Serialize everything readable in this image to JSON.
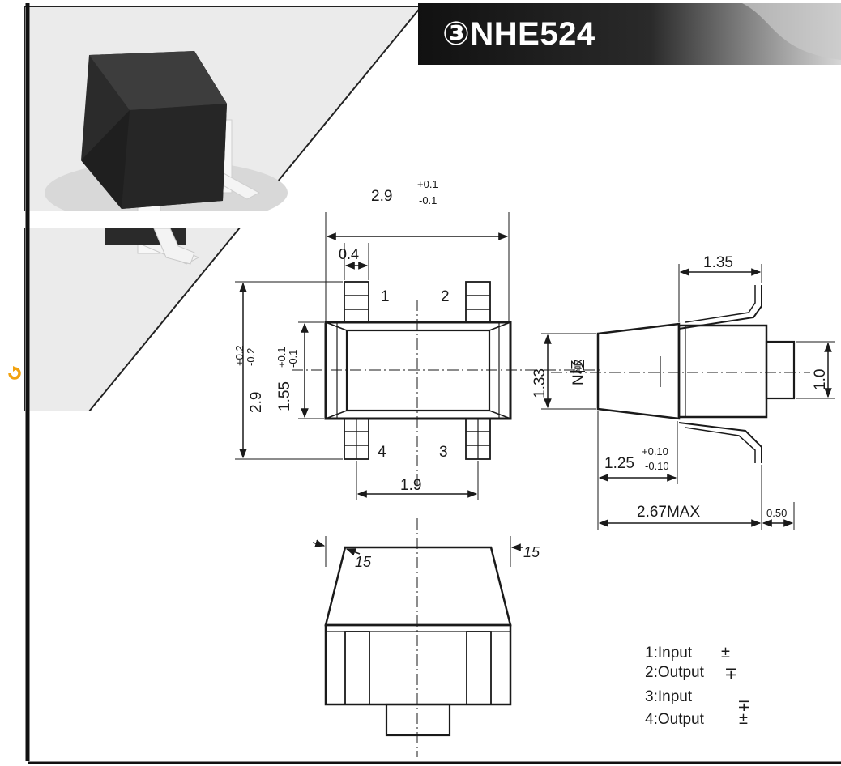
{
  "title": "③NHE524",
  "dimensions": {
    "top_width": "2.9",
    "top_width_tol_plus": "+0.1",
    "top_width_tol_minus": "-0.1",
    "lead_width": "0.4",
    "overall_height": "2.9",
    "overall_height_tol_plus": "+0.2",
    "overall_height_tol_minus": "-0.2",
    "body_height": "1.55",
    "body_height_tol_plus": "+0.1",
    "body_height_tol_minus": "-0.1",
    "lead_pitch": "1.9",
    "side_top": "1.35",
    "side_body": "1.33",
    "side_tab": "1.0",
    "side_base": "1.25",
    "side_base_tol_plus": "+0.10",
    "side_base_tol_minus": "-0.10",
    "side_total": "2.67MAX",
    "side_lead": "0.50",
    "angle_left": "15",
    "angle_right": "15",
    "pole_label": "N極"
  },
  "pins": [
    "1",
    "2",
    "3",
    "4"
  ],
  "legend": [
    {
      "label": "1:Input",
      "symbol": "±"
    },
    {
      "label": "2:Output",
      "symbol": "∓"
    },
    {
      "label": "3:Input",
      "symbol": "∓"
    },
    {
      "label": "4:Output",
      "symbol": "±"
    }
  ],
  "colors": {
    "title_bg": "#1b1b1b",
    "ink": "#1a1a1a",
    "photo_bg": "#e9e9e9",
    "icon_accent": "#f2a20f"
  }
}
